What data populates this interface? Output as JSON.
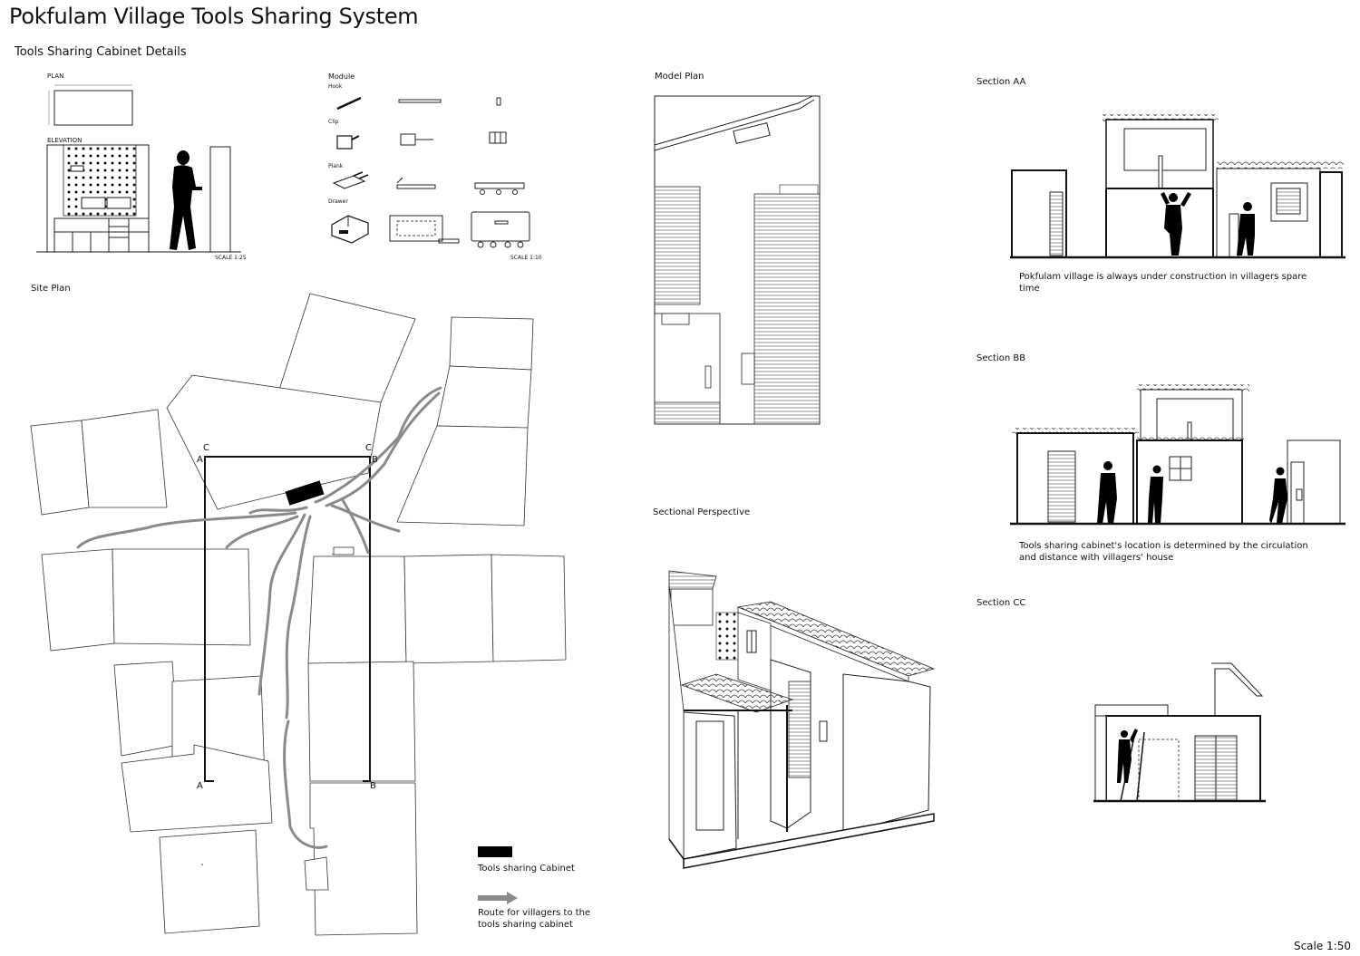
{
  "title": "Pokfulam Village Tools Sharing System",
  "cabinet_details": {
    "heading": "Tools Sharing Cabinet Details",
    "plan_label": "PLAN",
    "elevation_label": "ELEVATION",
    "scale_left": "SCALE 1:25",
    "module_label": "Module",
    "modules": [
      "Hook",
      "Clip",
      "Plank",
      "Drawer"
    ],
    "scale_right": "SCALE 1:10"
  },
  "site_plan": {
    "heading": "Site Plan",
    "markers": [
      "A",
      "B",
      "C"
    ],
    "legend": {
      "cabinet": "Tools sharing Cabinet",
      "route": "Route for villagers to the tools sharing cabinet"
    }
  },
  "model_plan": {
    "heading": "Model Plan"
  },
  "sectional_perspective": {
    "heading": "Sectional Perspective"
  },
  "sections": [
    {
      "heading": "Section AA",
      "caption": "Pokfulam village is always under construction in villagers spare time"
    },
    {
      "heading": "Section BB",
      "caption": "Tools sharing cabinet's location is determined by the circulation and distance with villagers' house"
    },
    {
      "heading": "Section CC",
      "caption": ""
    }
  ],
  "scale": "Scale 1:50",
  "colors": {
    "line": "#222222",
    "route": "#8a8a8a",
    "cabinet": "#000000"
  }
}
